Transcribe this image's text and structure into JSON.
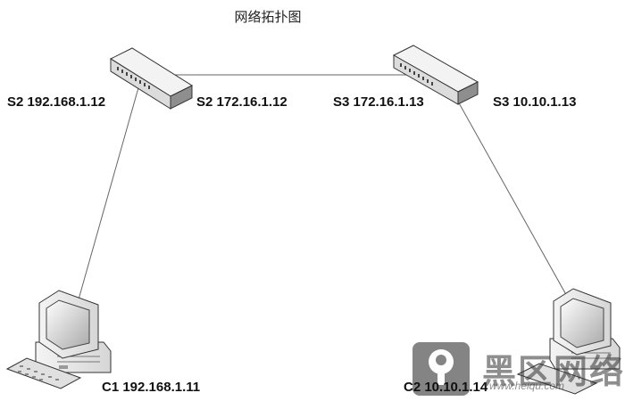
{
  "diagram": {
    "title": "网络拓扑图",
    "nodes": [
      {
        "id": "s2",
        "kind": "switch-icon",
        "labels": [
          "S2 192.168.1.12",
          "S2 172.16.1.12"
        ]
      },
      {
        "id": "s3",
        "kind": "switch-icon",
        "labels": [
          "S3 172.16.1.13",
          "S3 10.10.1.13"
        ]
      },
      {
        "id": "c1",
        "kind": "computer-icon",
        "labels": [
          "C1 192.168.1.11"
        ]
      },
      {
        "id": "c2",
        "kind": "computer-icon",
        "labels": [
          "C2 10.10.1.14"
        ]
      }
    ],
    "links": [
      {
        "from": "s2",
        "to": "s3"
      },
      {
        "from": "s2",
        "to": "c1"
      },
      {
        "from": "s3",
        "to": "c2"
      }
    ]
  },
  "watermark": {
    "text": "黑区网络",
    "url": "www.heiqu.com"
  }
}
